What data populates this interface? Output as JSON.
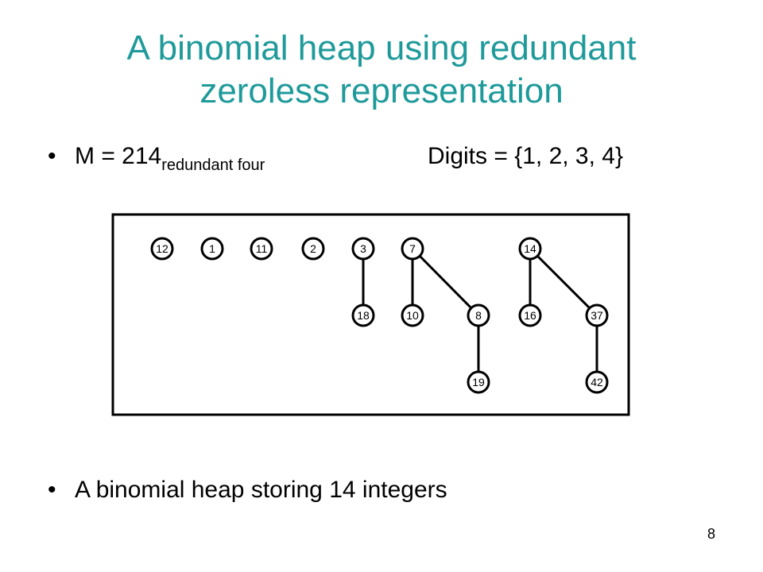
{
  "slide": {
    "title_line1": "A binomial heap using redundant",
    "title_line2": "zeroless representation",
    "bullet1": {
      "bullet": "•",
      "text": "M = 214",
      "subscript": "redundant four",
      "digits": "Digits = {1, 2, 3, 4}"
    },
    "bullet2": {
      "bullet": "•",
      "text": "A binomial heap storing 14 integers"
    },
    "page_number": "8"
  },
  "diagram": {
    "nodes": [
      {
        "id": "n12",
        "label": "12"
      },
      {
        "id": "n1",
        "label": "1"
      },
      {
        "id": "n11",
        "label": "11"
      },
      {
        "id": "n2",
        "label": "2"
      },
      {
        "id": "n3",
        "label": "3"
      },
      {
        "id": "n18",
        "label": "18"
      },
      {
        "id": "n7",
        "label": "7"
      },
      {
        "id": "n10",
        "label": "10"
      },
      {
        "id": "n8",
        "label": "8"
      },
      {
        "id": "n19",
        "label": "19"
      },
      {
        "id": "n14",
        "label": "14"
      },
      {
        "id": "n16",
        "label": "16"
      },
      {
        "id": "n37",
        "label": "37"
      },
      {
        "id": "n42",
        "label": "42"
      }
    ],
    "edges": [
      [
        "n3",
        "n18"
      ],
      [
        "n7",
        "n10"
      ],
      [
        "n7",
        "n8"
      ],
      [
        "n8",
        "n19"
      ],
      [
        "n14",
        "n16"
      ],
      [
        "n14",
        "n37"
      ],
      [
        "n37",
        "n42"
      ]
    ]
  }
}
